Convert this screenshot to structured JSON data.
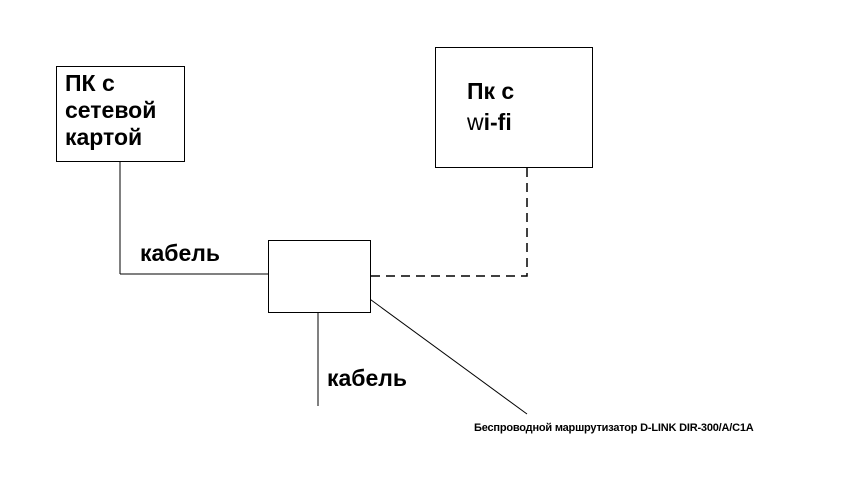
{
  "diagram": {
    "nodes": {
      "pc_wired": {
        "label": "ПК с\nсетевой\nкартой"
      },
      "pc_wifi": {
        "label_line1": "Пк с",
        "label_prefix": "w",
        "label_rest": "i-fi"
      },
      "router": {
        "caption": "Беспроводной маршрутизатор D-LINK DIR-300/A/C1A"
      }
    },
    "links": {
      "cable_label_1": "кабель",
      "cable_label_2": "кабель"
    },
    "colors": {
      "line": "#000000",
      "background": "#ffffff"
    }
  }
}
